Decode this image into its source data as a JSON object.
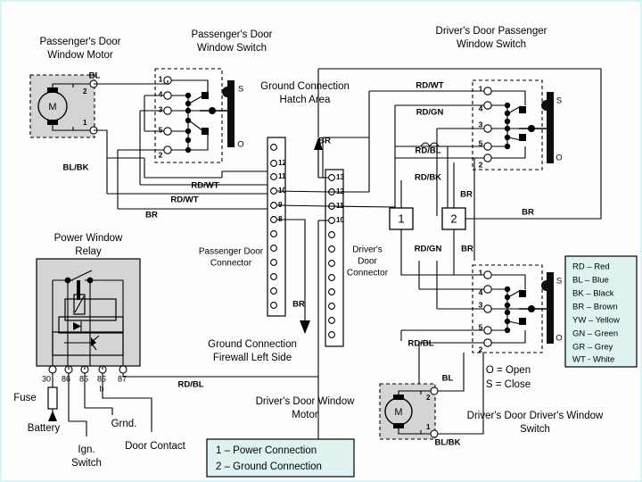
{
  "diagram": {
    "titles": {
      "passenger_motor": [
        "Passenger's Door",
        "Window Motor"
      ],
      "passenger_switch": [
        "Passenger's Door",
        "Window Switch"
      ],
      "ground_hatch": [
        "Ground Connection",
        "Hatch Area"
      ],
      "driver_passenger_switch": [
        "Driver's Door Passenger",
        "Window Switch"
      ],
      "power_relay": [
        "Power Window",
        "Relay"
      ],
      "passenger_connector": [
        "Passenger Door",
        "Connector"
      ],
      "driver_connector": [
        "Driver's",
        "Door",
        "Connector"
      ],
      "ground_firewall": [
        "Ground Connection",
        "Firewall Left Side"
      ],
      "driver_motor": [
        "Driver's Door Window",
        "Motor"
      ],
      "driver_driver_switch": [
        "Driver's Door Driver's  Window",
        "Switch"
      ]
    },
    "motor_symbol": "M",
    "motor_pins": [
      "2",
      "1"
    ],
    "switch_pins": [
      "1",
      "4",
      "3",
      "5",
      "2"
    ],
    "switch_states": {
      "close": "S",
      "open": "O"
    },
    "state_legend": [
      "O = Open",
      "S = Close"
    ],
    "wire_labels": {
      "pm_top": "BL",
      "pm_bottom": "BL/BK",
      "ps_rdwt_1": "RD/WT",
      "ps_rdwt_2": "RD/WT",
      "ps_br": "BR",
      "hatch_br": "BR",
      "dps_rdwt": "RD/WT",
      "dps_rdgn": "RD/GN",
      "dps_rdbl": "RD/BL",
      "dps_rdbk": "RD/BK",
      "dps_br_up": "BR",
      "dps_br_right": "BR",
      "dd_rdgn": "RD/GN",
      "dd_br": "BR",
      "dd_rdbl": "RD/BL",
      "relay_rdbl": "RD/BL",
      "firewall_br": "BR",
      "dm_top": "BL",
      "dm_bottom": "BL/BK"
    },
    "connector_pins": {
      "passenger": [
        "",
        "12",
        "11",
        "10",
        "9",
        "8",
        "",
        "",
        "",
        "",
        "",
        "",
        ""
      ],
      "driver": [
        "13",
        "12",
        "11",
        "10",
        "",
        "",
        "",
        "",
        "",
        "",
        "",
        ""
      ]
    },
    "junctions": {
      "power": "1",
      "ground": "2"
    },
    "relay": {
      "terminals": [
        "30",
        "86",
        "85",
        "85",
        "87"
      ],
      "terminal_sub": "b",
      "fuse_label": "Fuse",
      "battery_label": "Battery",
      "ign_label": [
        "Ign.",
        "Switch"
      ],
      "grnd_label": "Grnd.",
      "door_contact_label": "Door Contact"
    },
    "color_legend": [
      "RD – Red",
      "BL – Blue",
      "BK – Black",
      "BR – Brown",
      "YW – Yellow",
      "GN – Green",
      "GR – Grey",
      "WT - White"
    ],
    "connection_legend": [
      "1 – Power Connection",
      "2 – Ground Connection"
    ],
    "colors": {
      "background": "#fdfdfd",
      "panel_fill": "#d4d4d4",
      "legend_fill": "#dff2f2",
      "line": "#000000",
      "border": "#d9f4f8"
    }
  }
}
